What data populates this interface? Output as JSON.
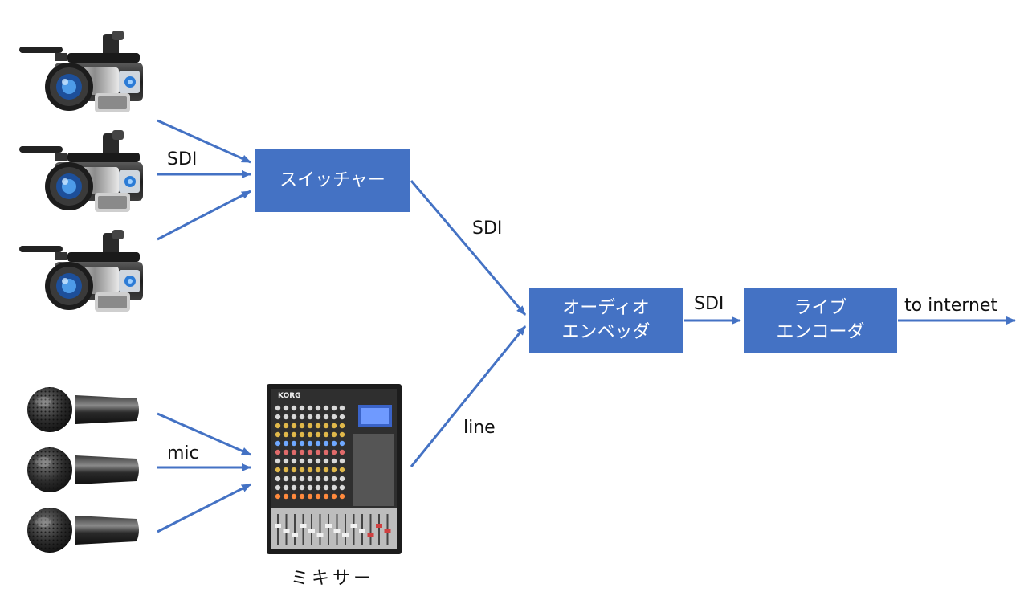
{
  "nodes": {
    "switcher": {
      "label": "スイッチャー"
    },
    "embedder": {
      "line1": "オーディオ",
      "line2": "エンベッダ"
    },
    "encoder": {
      "line1": "ライブ",
      "line2": "エンコーダ"
    },
    "mixer": {
      "label": "ミキサー",
      "brand": "KORG"
    }
  },
  "edges": {
    "cameras_to_switcher": "SDI",
    "switcher_to_embedder": "SDI",
    "mics_to_mixer": "mic",
    "mixer_to_embedder": "line",
    "embedder_to_encoder": "SDI",
    "encoder_to_internet": "to internet"
  },
  "icons": {
    "camera": "video-camera-icon",
    "microphone": "microphone-icon",
    "mixer": "audio-mixer-icon"
  },
  "colors": {
    "accent": "#4472c4",
    "arrow": "#4472c4"
  }
}
